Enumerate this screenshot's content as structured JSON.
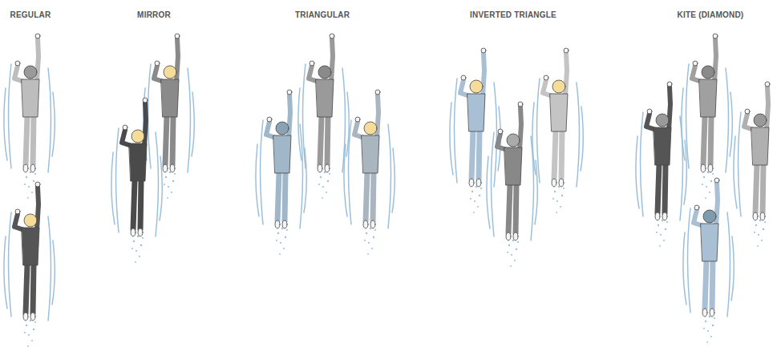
{
  "diagram": {
    "labels": [
      "REGULAR",
      "MIRROR",
      "TRIANGULAR",
      "INVERTED TRIANGLE",
      "KITE (DIAMOND)"
    ]
  }
}
